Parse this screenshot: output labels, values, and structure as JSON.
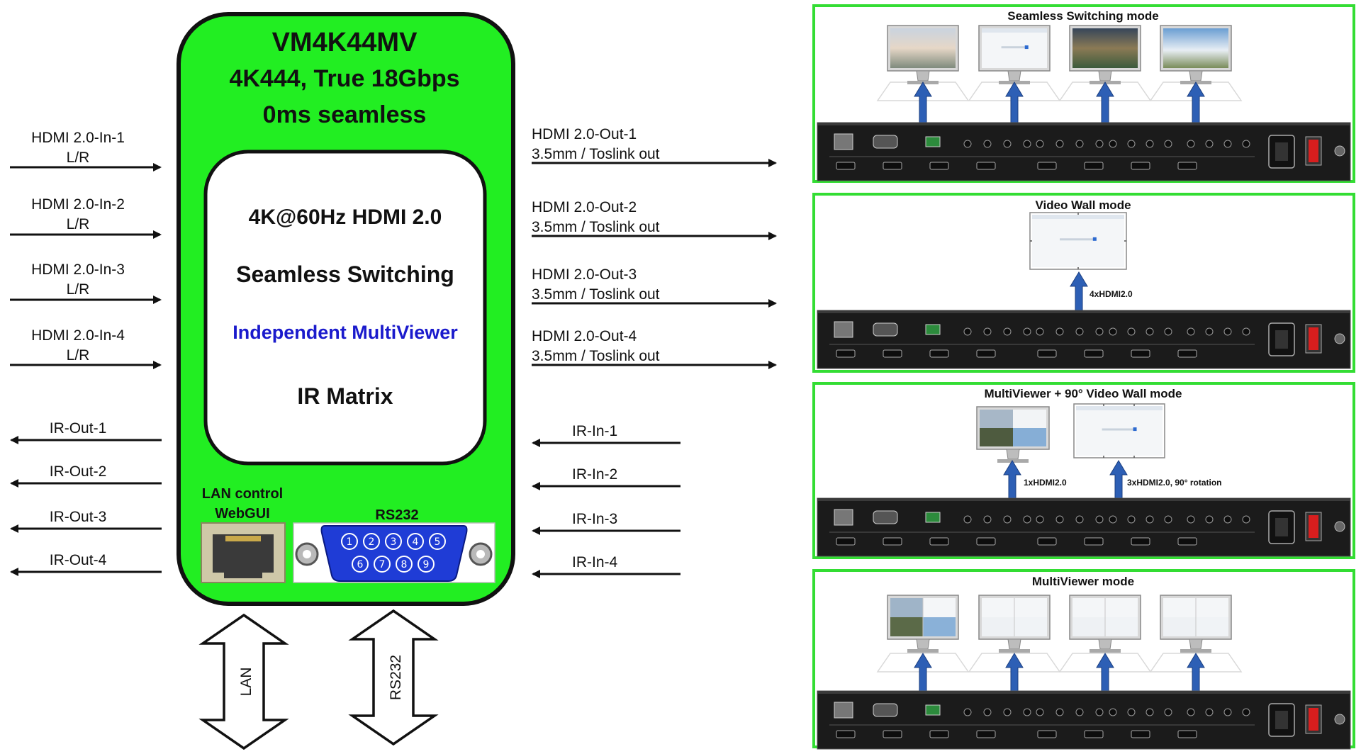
{
  "device": {
    "model": "VM4K44MV",
    "subtitle1": "4K444, True 18Gbps",
    "subtitle2": "0ms seamless",
    "features": [
      "4K@60Hz HDMI 2.0",
      "Seamless Switching",
      "Independent MultiViewer",
      "IR Matrix"
    ],
    "lan_label_1": "LAN control",
    "lan_label_2": "WebGUI",
    "rs232_label": "RS232",
    "rs232_pins_top": [
      "1",
      "2",
      "3",
      "4",
      "5"
    ],
    "rs232_pins_bottom": [
      "6",
      "7",
      "8",
      "9"
    ]
  },
  "inputs": [
    {
      "name": "HDMI 2.0-In-1",
      "sub": "L/R"
    },
    {
      "name": "HDMI 2.0-In-2",
      "sub": "L/R"
    },
    {
      "name": "HDMI 2.0-In-3",
      "sub": "L/R"
    },
    {
      "name": "HDMI 2.0-In-4",
      "sub": "L/R"
    }
  ],
  "outputs": [
    {
      "name": "HDMI 2.0-Out-1",
      "sub": "3.5mm / Toslink out"
    },
    {
      "name": "HDMI 2.0-Out-2",
      "sub": "3.5mm / Toslink out"
    },
    {
      "name": "HDMI 2.0-Out-3",
      "sub": "3.5mm / Toslink out"
    },
    {
      "name": "HDMI 2.0-Out-4",
      "sub": "3.5mm / Toslink out"
    }
  ],
  "ir_out": [
    "IR-Out-1",
    "IR-Out-2",
    "IR-Out-3",
    "IR-Out-4"
  ],
  "ir_in": [
    "IR-In-1",
    "IR-In-2",
    "IR-In-3",
    "IR-In-4"
  ],
  "bottom_arrows": [
    "LAN",
    "RS232"
  ],
  "modes": [
    {
      "title": "Seamless Switching mode"
    },
    {
      "title": "Video Wall mode",
      "note": "4xHDMI2.0"
    },
    {
      "title": "MultiViewer + 90°  Video Wall mode",
      "note1": "1xHDMI2.0",
      "note2": "3xHDMI2.0, 90°  rotation"
    },
    {
      "title": "MultiViewer mode"
    }
  ],
  "colors": {
    "device_green": "#22ee22",
    "panel_border": "#33dd33",
    "feature_blue": "#1a1acc",
    "arrow_blue": "#2d5fb5",
    "rack_dark": "#1b1b1b"
  }
}
